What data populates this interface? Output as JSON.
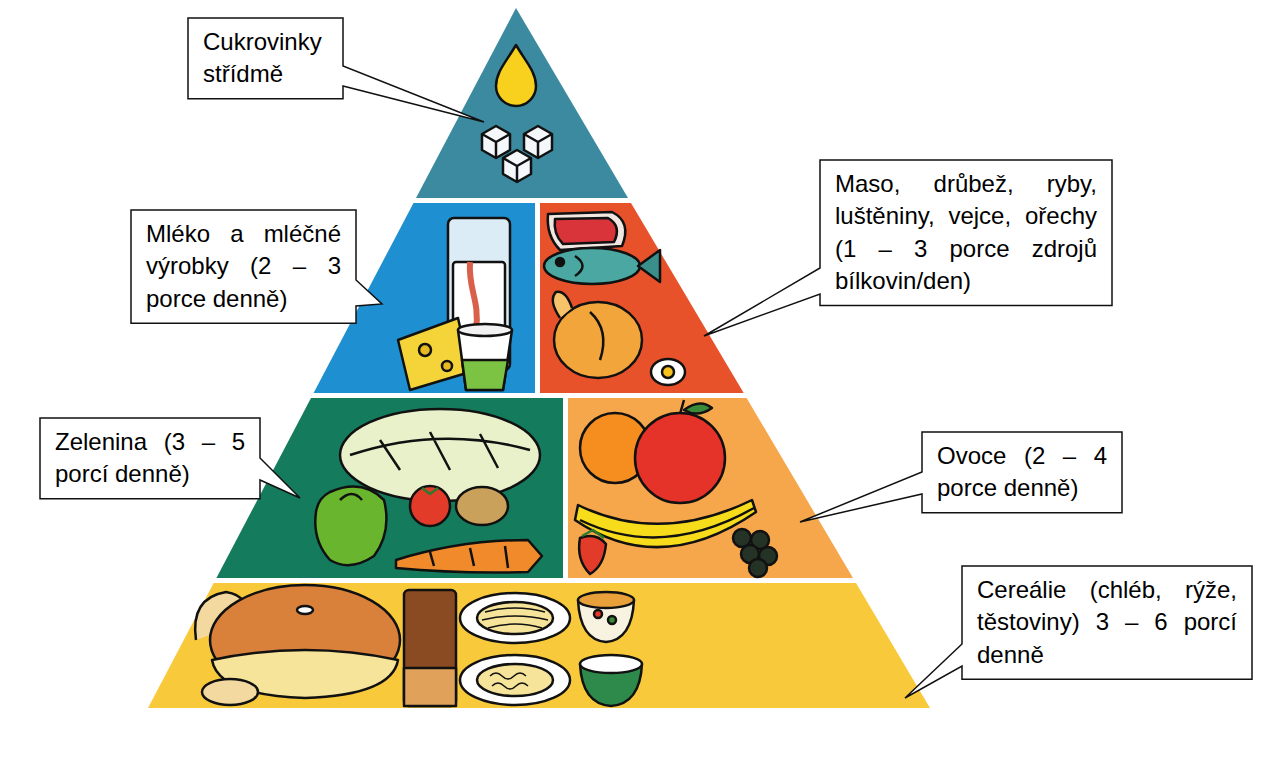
{
  "diagram": {
    "nodes": [
      {
        "text": [
          "Cukrovinky střídmě"
        ]
      },
      {
        "text": [
          "Mléko a mléčné výrobky (2 – 3 porce denně)"
        ]
      },
      {
        "text": [
          "Maso, drůbež, ryby, luštěniny, vejce, ořechy (1 – 3 porce zdrojů bílkovin/den)"
        ]
      },
      {
        "text": [
          "Zelenina (3 – 5 porcí denně)"
        ]
      },
      {
        "text": [
          "Ovoce (2 – 4 porce denně)"
        ]
      },
      {
        "text": [
          "Cereálie (chléb, rýže, těstoviny) 3 – 6 porcí denně"
        ]
      }
    ]
  }
}
